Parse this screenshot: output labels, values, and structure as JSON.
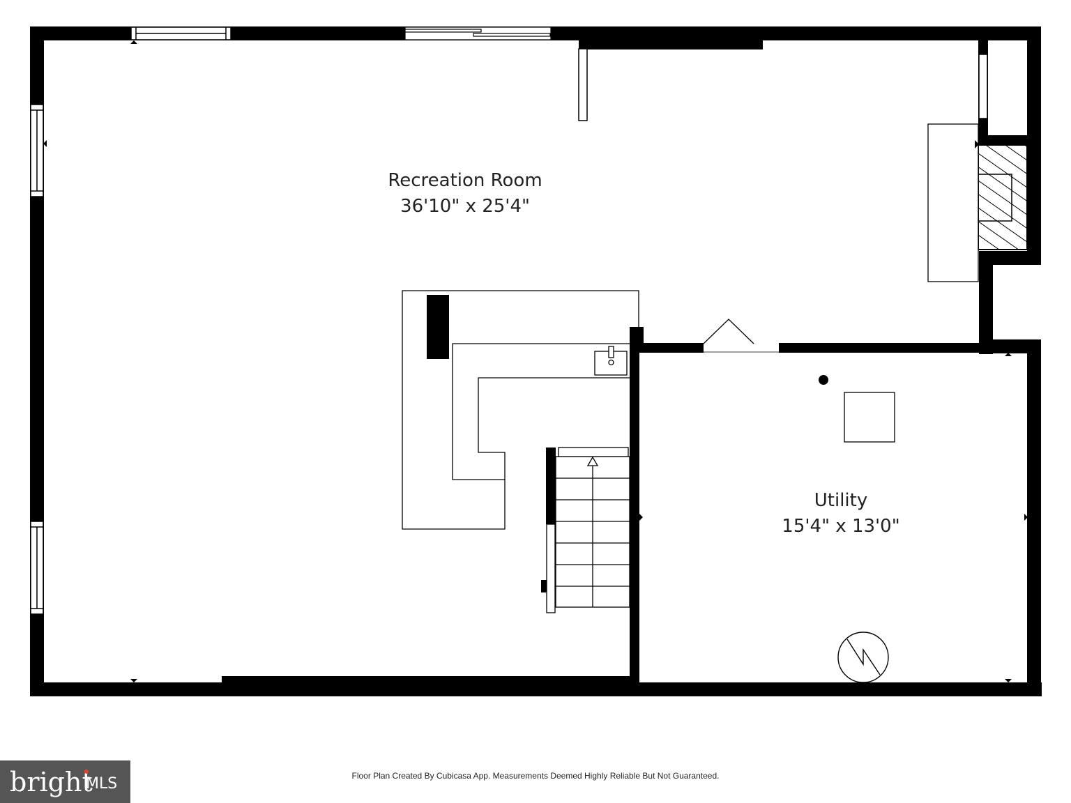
{
  "floor_plan": {
    "rooms": [
      {
        "name": "Recreation Room",
        "dimensions": "36'10\" x 25'4\""
      },
      {
        "name": "Utility",
        "dimensions": "15'4\" x 13'0\""
      }
    ],
    "footer_note": "Floor Plan Created By Cubicasa App. Measurements Deemed Highly Reliable But Not Guaranteed.",
    "watermark": {
      "brand": "bright",
      "suffix": "MLS"
    }
  },
  "colors": {
    "wall": "#000000",
    "background": "#ffffff",
    "logo_bg": "#555555",
    "logo_accent": "#e8432b"
  },
  "icons": [
    "stair-arrow-icon",
    "sink-icon",
    "water-heater-icon",
    "fireplace-icon",
    "electrical-panel-icon"
  ]
}
